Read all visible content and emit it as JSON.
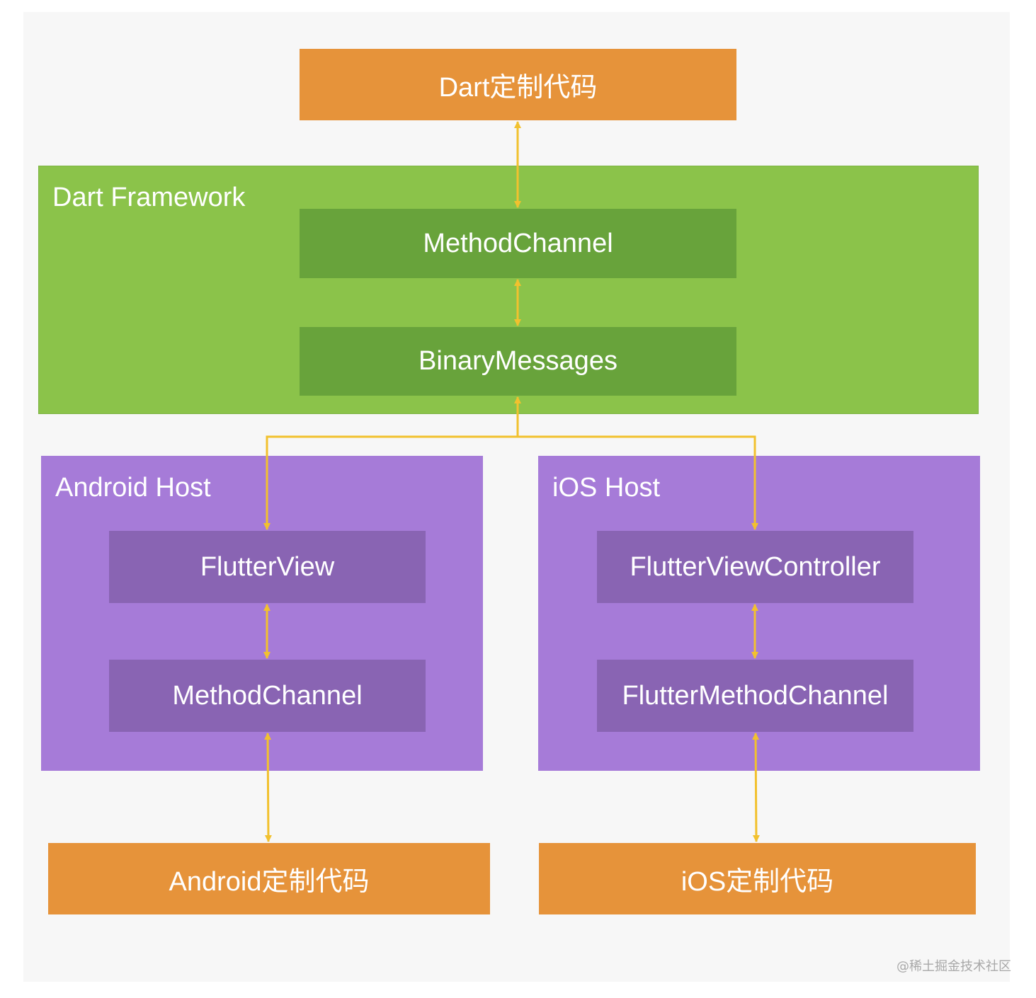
{
  "top_box": {
    "label": "Dart定制代码"
  },
  "dart_framework": {
    "title": "Dart Framework",
    "method_channel": "MethodChannel",
    "binary_messages": "BinaryMessages"
  },
  "android_host": {
    "title": "Android Host",
    "flutter_view": "FlutterView",
    "method_channel": "MethodChannel"
  },
  "ios_host": {
    "title": "iOS Host",
    "flutter_view_controller": "FlutterViewController",
    "flutter_method_channel": "FlutterMethodChannel"
  },
  "bottom_boxes": {
    "android": "Android定制代码",
    "ios": "iOS定制代码"
  },
  "watermark": "@稀土掘金技术社区",
  "colors": {
    "background": "#f7f7f7",
    "orange": "#e6933a",
    "dart_region": "#8bc34a",
    "dart_inner": "#68a33b",
    "host_region": "#a67bd8",
    "host_inner": "#8964b3",
    "arrow": "#f2c12e"
  }
}
